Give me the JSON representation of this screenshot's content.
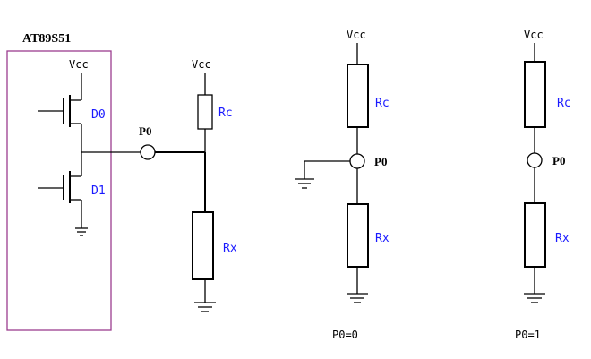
{
  "chip": {
    "label": "AT89S51",
    "border_color": "#9b3d8e"
  },
  "labels": {
    "vcc": "Vcc",
    "d0": "D0",
    "d1": "D1",
    "p0": "P0",
    "rc": "Rc",
    "rx": "Rx",
    "p0_eq_0": "P0=0",
    "p0_eq_1": "P0=1"
  },
  "colors": {
    "wire": "#000000",
    "component_label": "#1a1aff",
    "text": "#000000"
  }
}
